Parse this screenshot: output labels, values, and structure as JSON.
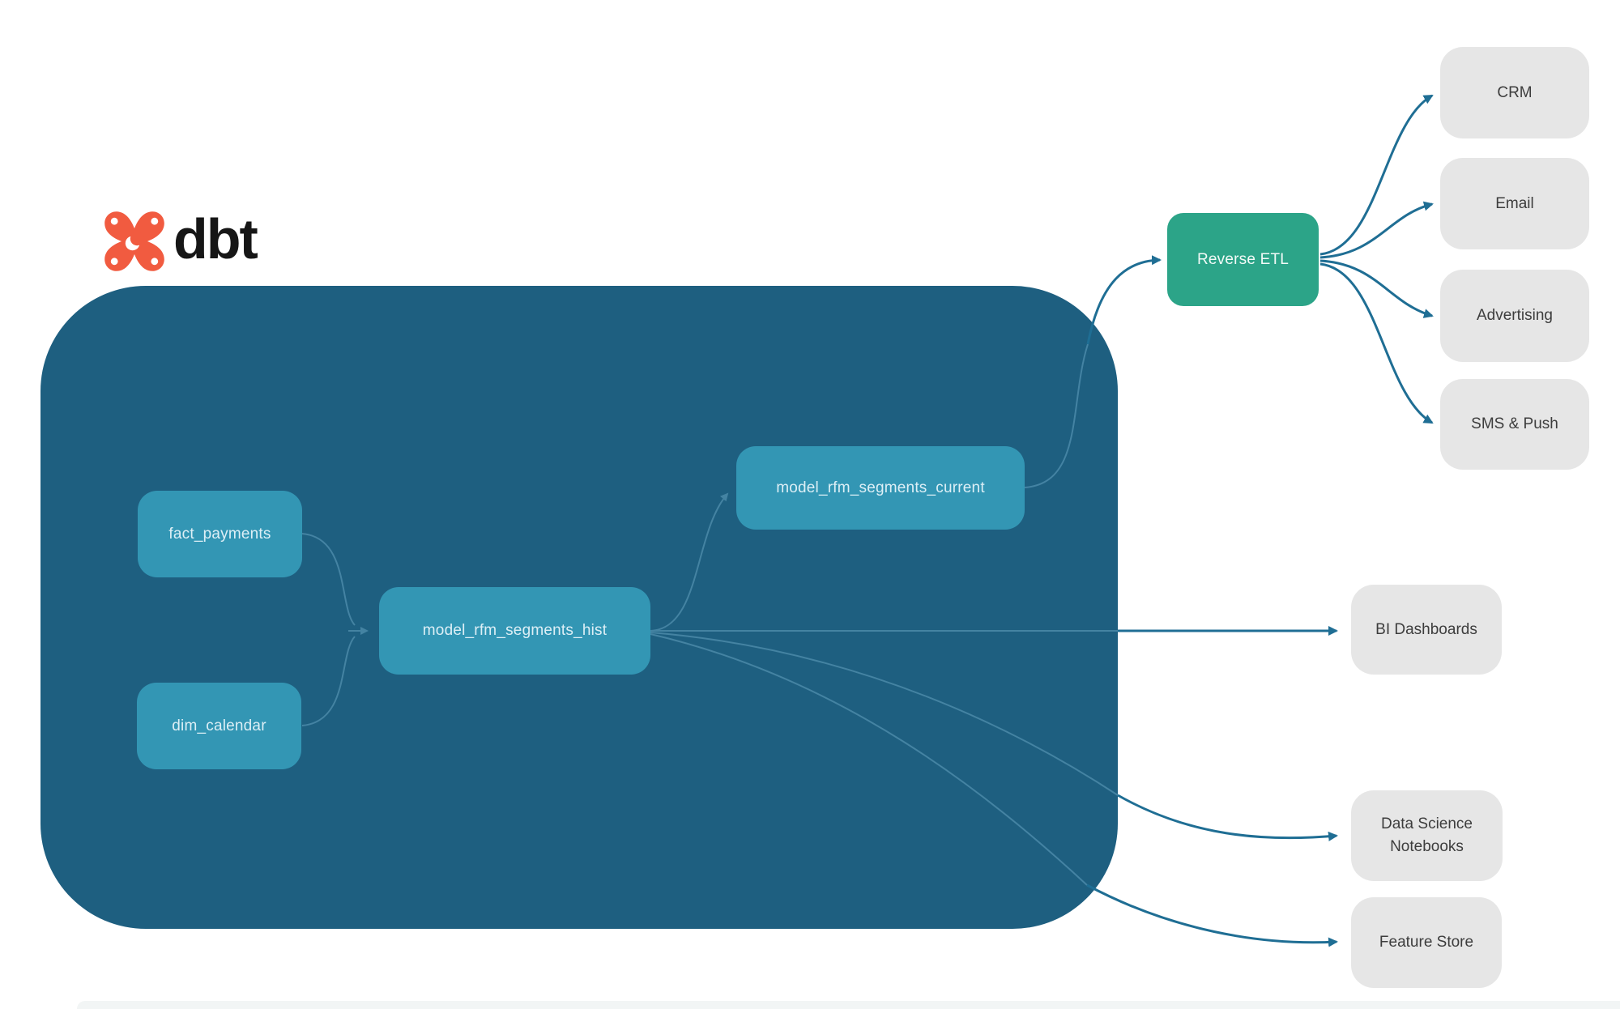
{
  "logo": {
    "text": "dbt",
    "icon": "dbt-logo-icon",
    "brand_color": "#f15b40"
  },
  "nodes": {
    "fact_payments": {
      "label": "fact_payments",
      "type": "source-table"
    },
    "dim_calendar": {
      "label": "dim_calendar",
      "type": "source-table"
    },
    "model_rfm_segments_hist": {
      "label": "model_rfm_segments_hist",
      "type": "dbt-model"
    },
    "model_rfm_segments_current": {
      "label": "model_rfm_segments_current",
      "type": "dbt-model"
    },
    "reverse_etl": {
      "label": "Reverse ETL",
      "type": "service"
    },
    "crm": {
      "label": "CRM",
      "type": "destination"
    },
    "email": {
      "label": "Email",
      "type": "destination"
    },
    "advertising": {
      "label": "Advertising",
      "type": "destination"
    },
    "sms_push": {
      "label": "SMS & Push",
      "type": "destination"
    },
    "bi_dashboards": {
      "label": "BI Dashboards",
      "type": "destination"
    },
    "ds_notebooks": {
      "label": "Data Science Notebooks",
      "type": "destination"
    },
    "feature_store": {
      "label": "Feature Store",
      "type": "destination"
    }
  },
  "edges": [
    {
      "from": "fact_payments",
      "to": "model_rfm_segments_hist"
    },
    {
      "from": "dim_calendar",
      "to": "model_rfm_segments_hist"
    },
    {
      "from": "model_rfm_segments_hist",
      "to": "model_rfm_segments_current"
    },
    {
      "from": "model_rfm_segments_current",
      "to": "reverse_etl"
    },
    {
      "from": "reverse_etl",
      "to": "crm"
    },
    {
      "from": "reverse_etl",
      "to": "email"
    },
    {
      "from": "reverse_etl",
      "to": "advertising"
    },
    {
      "from": "reverse_etl",
      "to": "sms_push"
    },
    {
      "from": "model_rfm_segments_hist",
      "to": "bi_dashboards"
    },
    {
      "from": "model_rfm_segments_hist",
      "to": "ds_notebooks"
    },
    {
      "from": "model_rfm_segments_hist",
      "to": "feature_store"
    }
  ],
  "colors": {
    "warehouse_container": "#1e5f80",
    "model_node": "#3396b4",
    "model_node_text": "#ddeff6",
    "reverse_etl": "#2ca488",
    "destination_bg": "#e6e6e6",
    "destination_text": "#3d3d3d",
    "arrow_outer": "#1f6e94",
    "arrow_inner": "#4e8cab"
  }
}
